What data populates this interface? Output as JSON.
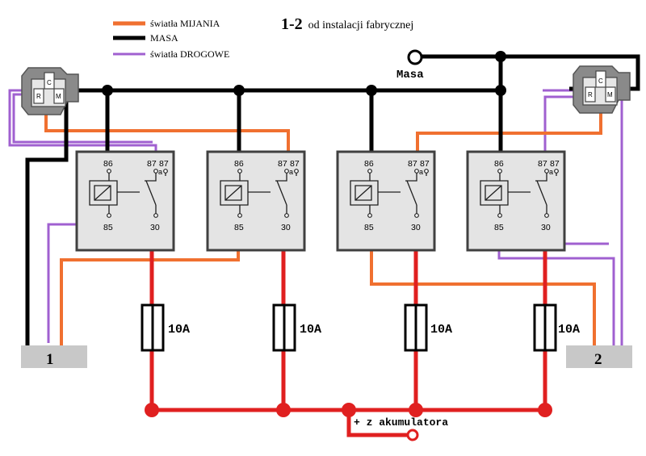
{
  "title": "1-2",
  "subtitle": "od instalacji fabrycznej",
  "legend": [
    {
      "label": "światła MIJANIA",
      "color": "#f07030"
    },
    {
      "label": "MASA",
      "color": "#000000"
    },
    {
      "label": "światła DROGOWE",
      "color": "#a060d0"
    }
  ],
  "ground_label": "Masa",
  "battery_label": "+ z akumulatora",
  "connectors": [
    {
      "label": "1"
    },
    {
      "label": "2"
    }
  ],
  "socket_pins": {
    "top": "C",
    "left": "R",
    "right": "M"
  },
  "relays": [
    {
      "pin86": "86",
      "pin85": "85",
      "pin87": "87",
      "pin87a": "87",
      "pin_a": "a",
      "pin30": "30"
    },
    {
      "pin86": "86",
      "pin85": "85",
      "pin87": "87",
      "pin87a": "87",
      "pin_a": "a",
      "pin30": "30"
    },
    {
      "pin86": "86",
      "pin85": "85",
      "pin87": "87",
      "pin87a": "87",
      "pin_a": "a",
      "pin30": "30"
    },
    {
      "pin86": "86",
      "pin85": "85",
      "pin87": "87",
      "pin87a": "87",
      "pin_a": "a",
      "pin30": "30"
    }
  ],
  "fuses": [
    {
      "label": "10A"
    },
    {
      "label": "10A"
    },
    {
      "label": "10A"
    },
    {
      "label": "10A"
    }
  ],
  "colors": {
    "low_beam": "#f07030",
    "ground": "#000000",
    "high_beam": "#a060d0",
    "battery": "#e02020",
    "relay_box": "#e4e4e4",
    "connector": "#c8c8c8"
  }
}
